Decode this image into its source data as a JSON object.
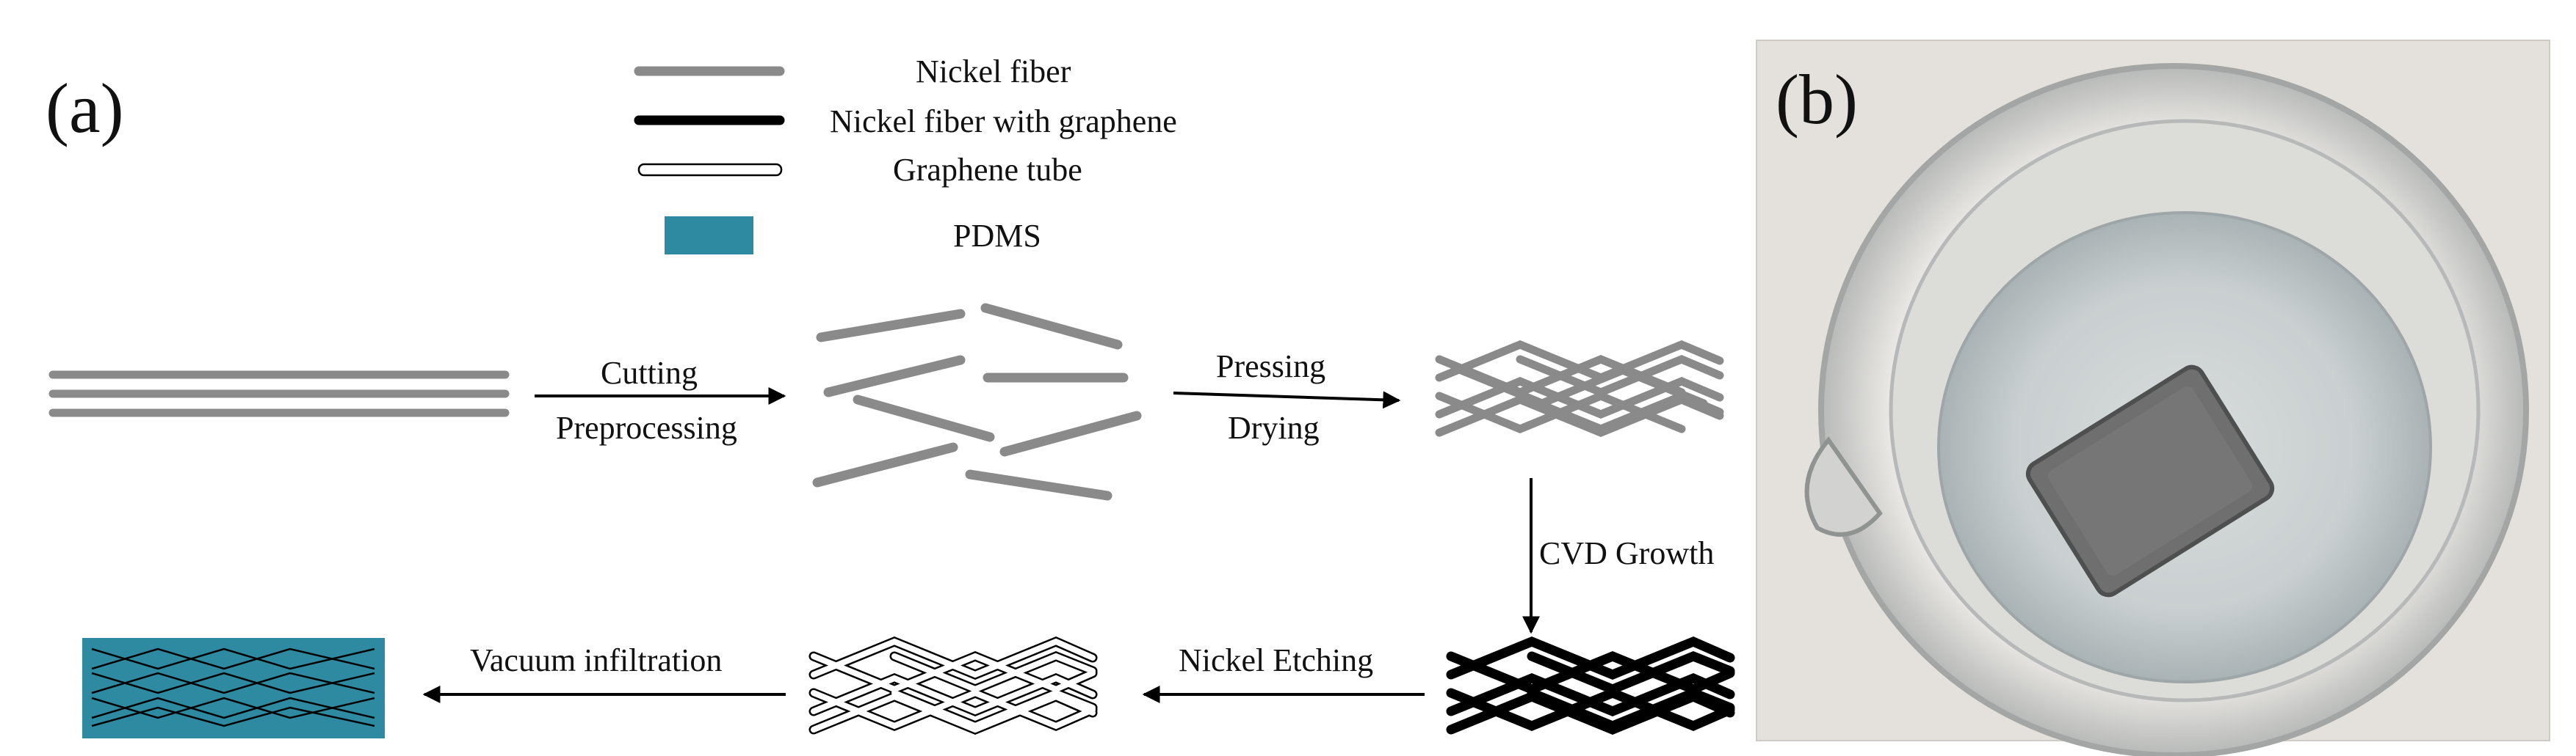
{
  "panel_labels": {
    "a": "(a)",
    "b": "(b)"
  },
  "legend": {
    "nickel_fiber": "Nickel fiber",
    "nickel_fiber_graphene": "Nickel fiber with graphene",
    "graphene_tube": "Graphene tube",
    "pdms": "PDMS"
  },
  "steps": {
    "cutting": "Cutting",
    "preprocessing": "Preprocessing",
    "pressing": "Pressing",
    "drying": "Drying",
    "cvd_growth": "CVD Growth",
    "nickel_etching": "Nickel Etching",
    "vacuum_infiltration": "Vacuum infiltration"
  },
  "colors": {
    "nickel_fiber": "#8a8a8a",
    "graphene_fiber": "#000000",
    "tube_outline": "#000000",
    "pdms": "#2e8aa0",
    "photo_wall": "#e4e1dc",
    "sample": "#6e6f6e"
  }
}
